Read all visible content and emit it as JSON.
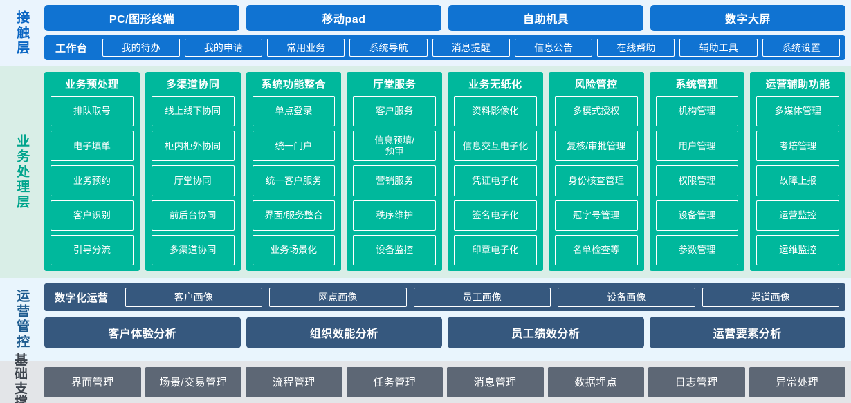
{
  "layers": {
    "contact": {
      "label": "接触层",
      "channels": [
        "PC/图形终端",
        "移动pad",
        "自助机具",
        "数字大屏"
      ],
      "workbench_title": "工作台",
      "workbench_items": [
        "我的待办",
        "我的申请",
        "常用业务",
        "系统导航",
        "消息提醒",
        "信息公告",
        "在线帮助",
        "辅助工具",
        "系统设置"
      ]
    },
    "business": {
      "label": "业务处理层",
      "columns": [
        {
          "title": "业务预处理",
          "items": [
            "排队取号",
            "电子填单",
            "业务预约",
            "客户识别",
            "引导分流"
          ]
        },
        {
          "title": "多渠道协同",
          "items": [
            "线上线下协同",
            "柜内柜外协同",
            "厅堂协同",
            "前后台协同",
            "多渠道协同"
          ]
        },
        {
          "title": "系统功能整合",
          "items": [
            "单点登录",
            "统一门户",
            "统一客户服务",
            "界面/服务整合",
            "业务场景化"
          ]
        },
        {
          "title": "厅堂服务",
          "items": [
            "客户服务",
            "信息预填/\n预审",
            "营销服务",
            "秩序维护",
            "设备监控"
          ]
        },
        {
          "title": "业务无纸化",
          "items": [
            "资料影像化",
            "信息交互电子化",
            "凭证电子化",
            "签名电子化",
            "印章电子化"
          ]
        },
        {
          "title": "风险管控",
          "items": [
            "多模式授权",
            "复核/审批管理",
            "身份核查管理",
            "冠字号管理",
            "名单检查等"
          ]
        },
        {
          "title": "系统管理",
          "items": [
            "机构管理",
            "用户管理",
            "权限管理",
            "设备管理",
            "参数管理"
          ]
        },
        {
          "title": "运营辅助功能",
          "items": [
            "多媒体管理",
            "考培管理",
            "故障上报",
            "运营监控",
            "运维监控"
          ]
        }
      ]
    },
    "operations": {
      "label": "运营管控",
      "portrait_title": "数字化运营",
      "portrait_items": [
        "客户画像",
        "网点画像",
        "员工画像",
        "设备画像",
        "渠道画像"
      ],
      "analysis_items": [
        "客户体验分析",
        "组织效能分析",
        "员工绩效分析",
        "运营要素分析"
      ]
    },
    "foundation": {
      "label": "基础支撑",
      "items": [
        "界面管理",
        "场景/交易管理",
        "流程管理",
        "任务管理",
        "消息管理",
        "数据埋点",
        "日志管理",
        "异常处理"
      ]
    }
  },
  "colors": {
    "contact_accent": "#1073d2",
    "contact_bg": "#eaf4fd",
    "business_accent": "#00b89c",
    "business_bg": "#d9eee7",
    "operations_accent": "#36587e",
    "operations_bg": "#e9f5fd",
    "foundation_accent": "#5d6775",
    "foundation_bg": "#e3e5e8"
  }
}
